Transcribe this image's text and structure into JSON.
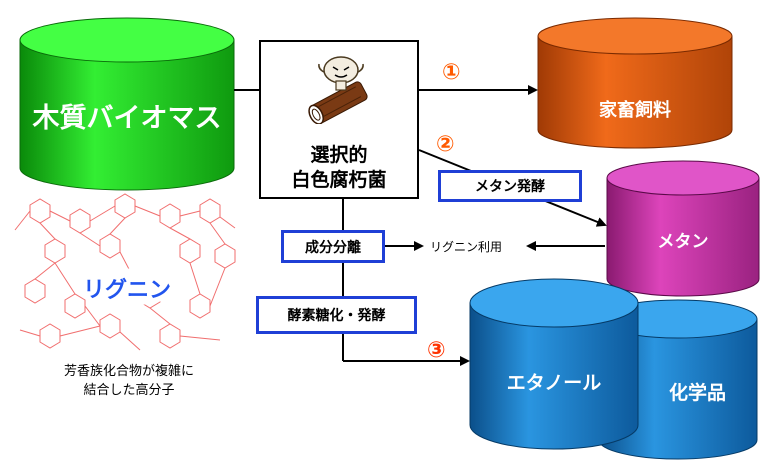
{
  "nodes": {
    "woody_biomass": "木質バイオマス",
    "fungus_line1": "選択的",
    "fungus_line2": "白色腐朽菌",
    "feed": "家畜飼料",
    "methane": "メタン",
    "ethanol": "エタノール",
    "chemicals": "化学品",
    "lignin": "リグニン",
    "lignin_desc_line1": "芳香族化合物が複雑に",
    "lignin_desc_line2": "結合した高分子"
  },
  "processes": {
    "methane_fermentation": "メタン発酵",
    "component_separation": "成分分離",
    "enzymatic_saccharification": "酵素糖化・発酵",
    "lignin_use": "リグニン利用"
  },
  "route_numbers": [
    "①",
    "②",
    "③"
  ],
  "colors": {
    "biomass_green": "#22dd22",
    "feed_orange": "#e85a12",
    "methane_magenta": "#cc33aa",
    "ethanol_blue": "#1a7fd0",
    "process_border_blue": "#1f3fd6",
    "number_orange": "#ff5a00",
    "lignin_structure_red": "#ee5555",
    "lignin_label_blue": "#2255ee"
  },
  "icons": [
    "mushroom-on-log-icon",
    "lignin-structure-icon"
  ]
}
